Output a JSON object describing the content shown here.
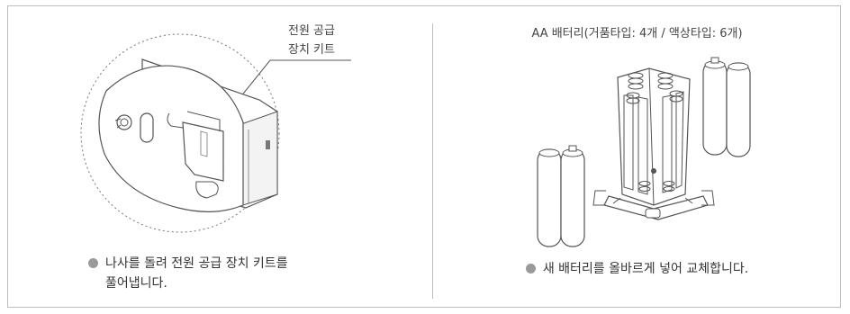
{
  "left_panel": {
    "callout_line1": "전원 공급",
    "callout_line2": "장치 키트",
    "instruction_line1": "나사를 돌려 전원 공급 장치 키트를",
    "instruction_line2": "풀어냅니다."
  },
  "right_panel": {
    "title": "AA 배터리(거품타입: 4개 / 액상타입: 6개)",
    "instruction": "새 배터리를 올바르게 넣어 교체합니다."
  },
  "colors": {
    "border": "#bdbdbd",
    "bullet": "#9a9a9a",
    "line_art": "#555555"
  }
}
